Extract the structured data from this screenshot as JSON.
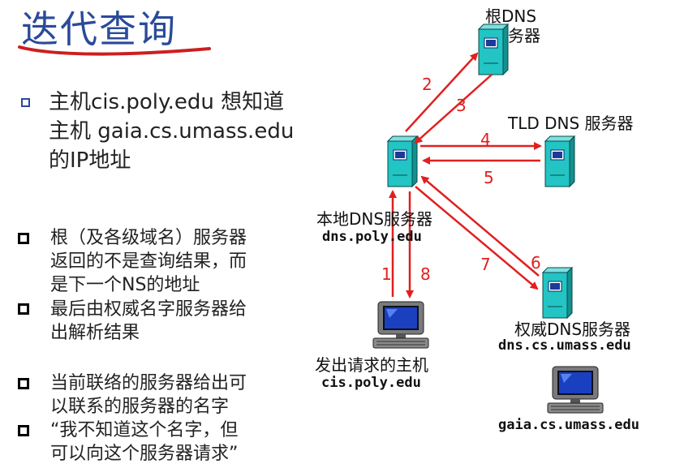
{
  "title": "迭代查询",
  "main_bullet_lines": [
    "主机cis.poly.edu 想知道",
    "主机 gaia.cs.umass.edu",
    "的IP地址"
  ],
  "notes_group1": [
    "根（及各级域名）服务器",
    "返回的不是查询结果，而",
    "是下一个NS的地址",
    "最后由权威名字服务器给",
    "出解析结果"
  ],
  "notes_group2": [
    "当前联络的服务器给出可",
    "以联系的服务器的名字",
    "“我不知道这个名字，但",
    "可以向这个服务器请求”"
  ],
  "nodes": {
    "root": {
      "line1": "根DNS",
      "line2": "务器"
    },
    "tld": {
      "label": "TLD DNS 服务器"
    },
    "local": {
      "label": "本地DNS服务器",
      "host": "dns.poly.edu"
    },
    "auth": {
      "label": "权威DNS服务器",
      "host": "dns.cs.umass.edu"
    },
    "requester": {
      "label": "发出请求的主机",
      "host": "cis.poly.edu"
    },
    "target": {
      "host": "gaia.cs.umass.edu"
    }
  },
  "step_numbers": [
    "1",
    "2",
    "3",
    "4",
    "5",
    "6",
    "7",
    "8"
  ],
  "colors": {
    "title": "#2a4a9a",
    "arrow": "#e02020",
    "server": "#20c0c0"
  }
}
